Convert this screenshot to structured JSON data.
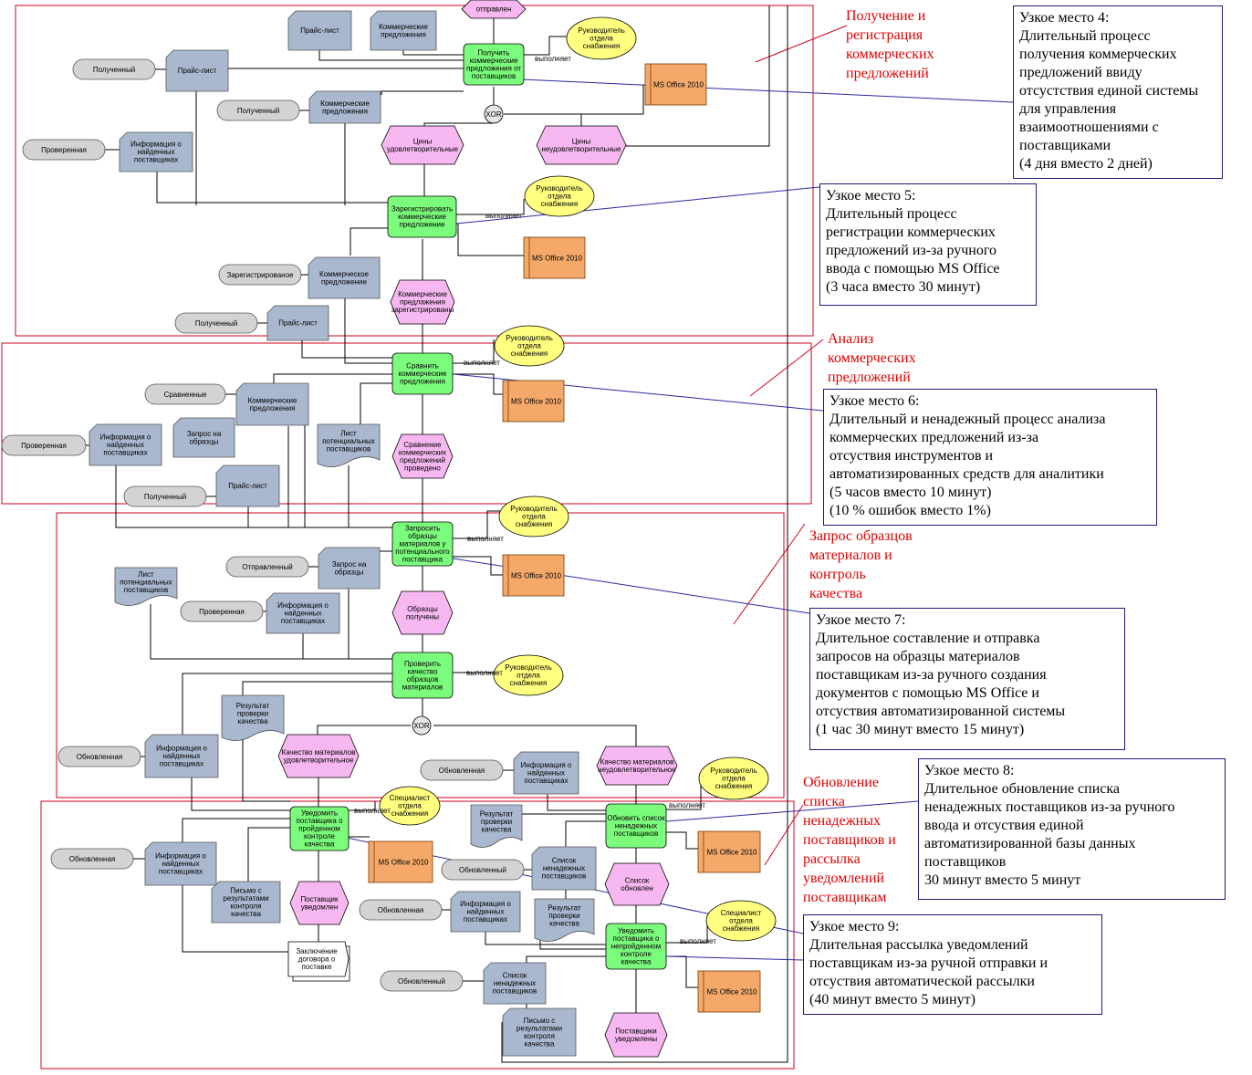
{
  "lanes": [
    {
      "title_lines": [
        "Получение и",
        "регистрация",
        "коммерческих",
        "предложений"
      ]
    },
    {
      "title_lines": [
        "Анализ",
        "коммерческих",
        "предложений"
      ]
    },
    {
      "title_lines": [
        "Запрос образцов",
        "материалов и",
        "контроль",
        "качества"
      ]
    },
    {
      "title_lines": [
        "Обновление",
        "списка",
        "ненадежных",
        "поставщиков и",
        "рассылка",
        "уведомлений",
        "поставщикам"
      ]
    }
  ],
  "notes": [
    {
      "title": "Узкое место 4:",
      "lines": [
        "Длительный процесс",
        "получения коммерческих",
        "предложений ввиду",
        "отсустствия единой системы",
        "для управления",
        "взаимоотношениями с",
        "поставщиками",
        "(4 дня вместо 2 дней)"
      ]
    },
    {
      "title": "Узкое место 5:",
      "lines": [
        "Длительный процесс",
        "регистрации коммерческих",
        "предложений из-за ручного",
        "ввода с помощью MS Office",
        "(3 часа вместо 30 минут)"
      ]
    },
    {
      "title": "Узкое место 6:",
      "lines": [
        "Длительный и ненадежный процесс анализа",
        "коммерческих предложений из-за",
        "отсуствия инструментов и",
        "автоматизированных средств для аналитики",
        "(5 часов вместо 10 минут)",
        "(10 % ошибок вместо 1%)"
      ]
    },
    {
      "title": "Узкое место 7:",
      "lines": [
        "Длительное составление и отправка",
        "запросов на образцы материалов",
        "поставщикам из-за ручного создания",
        "документов с помощью MS Office и",
        "отсуствия автоматизированной системы",
        "(1 час 30 минут вместо 15 минут)"
      ]
    },
    {
      "title": "Узкое место 8:",
      "lines": [
        "Длительное обновление списка",
        "ненадежных поставщиков из-за ручного",
        "ввода и отсуствия единой",
        "автоматизированной базы данных",
        "поставщиков",
        "30 минут вместо 5 минут"
      ]
    },
    {
      "title": "Узкое место 9:",
      "lines": [
        "Длительная рассылка уведомлений",
        "поставщикам из-за ручной отправки и",
        "отсуствия автоматической рассылки",
        "(40 минут вместо 5 минут)"
      ]
    }
  ],
  "functions": [
    {
      "lines": [
        "Получить",
        "коммерческие",
        "предложения от",
        "поставщиков"
      ]
    },
    {
      "lines": [
        "Зарегистрировать",
        "коммерческие",
        "предложение"
      ]
    },
    {
      "lines": [
        "Сравнить",
        "коммерческие",
        "предложения"
      ]
    },
    {
      "lines": [
        "Запросить",
        "образцы",
        "материалов у",
        "потенциального",
        "поставщика"
      ]
    },
    {
      "lines": [
        "Проверить",
        "качество",
        "образцов",
        "материалов"
      ]
    },
    {
      "lines": [
        "Уведомить",
        "поставщика о",
        "пройденном",
        "контроле",
        "качества"
      ]
    },
    {
      "lines": [
        "Обновить список",
        "ненадежных",
        "поставщиков"
      ]
    },
    {
      "lines": [
        "Уведомить",
        "поставщика о",
        "непройденном",
        "контроле",
        "качества"
      ]
    }
  ],
  "events": [
    {
      "lines": [
        "отправлен"
      ]
    },
    {
      "lines": [
        "Цены",
        "удовлетворительные"
      ]
    },
    {
      "lines": [
        "Цены",
        "неудовлетворительные"
      ]
    },
    {
      "lines": [
        "Коммерческие",
        "предлажения",
        "зарегистрированы"
      ]
    },
    {
      "lines": [
        "Сравнение",
        "коммерческих",
        "предложений",
        "проведено"
      ]
    },
    {
      "lines": [
        "Образцы",
        "получены"
      ]
    },
    {
      "lines": [
        "Качество материалов",
        "удовлетворительное"
      ]
    },
    {
      "lines": [
        "Качество материалов",
        "неудовлетворительное"
      ]
    },
    {
      "lines": [
        "Поставщик",
        "уведомлен"
      ]
    },
    {
      "lines": [
        "Список",
        "обновлен"
      ]
    },
    {
      "lines": [
        "Поставщики",
        "уведомлены"
      ]
    }
  ],
  "roles": [
    {
      "lines": [
        "Руководитель",
        "отдела",
        "снабжения"
      ]
    },
    {
      "lines": [
        "Руководитель",
        "отдела",
        "снабжения"
      ]
    },
    {
      "lines": [
        "Руководитель",
        "отдела",
        "снабжения"
      ]
    },
    {
      "lines": [
        "Руководитель",
        "отдела",
        "снабжения"
      ]
    },
    {
      "lines": [
        "Руководитель",
        "отдела",
        "снабжения"
      ]
    },
    {
      "lines": [
        "Специалист",
        "отдела",
        "снабжения"
      ]
    },
    {
      "lines": [
        "Руководитель",
        "отдела",
        "снабжения"
      ]
    },
    {
      "lines": [
        "Специалист",
        "отдела",
        "снабжения"
      ]
    }
  ],
  "systems": [
    {
      "label": "MS Office 2010"
    },
    {
      "label": "MS Office 2010"
    },
    {
      "label": "MS Office 2010"
    },
    {
      "label": "MS Office 2010"
    },
    {
      "label": "MS Office 2010"
    },
    {
      "label": "MS Office 2010"
    },
    {
      "label": "MS Office 2010"
    }
  ],
  "documents": [
    {
      "lines": [
        "Прайс-лист"
      ]
    },
    {
      "lines": [
        "Коммерческие",
        "предложения"
      ]
    },
    {
      "lines": [
        "Прайс-лист"
      ]
    },
    {
      "lines": [
        "Коммерческие",
        "предложения"
      ]
    },
    {
      "lines": [
        "Информация о",
        "найденных",
        "поставщиках"
      ]
    },
    {
      "lines": [
        "Коммерческое",
        "предложение"
      ]
    },
    {
      "lines": [
        "Прайс-лист"
      ]
    },
    {
      "lines": [
        "Коммерческие",
        "предложения"
      ]
    },
    {
      "lines": [
        "Информация о",
        "найденных",
        "поставщиках"
      ]
    },
    {
      "lines": [
        "Запрос на",
        "образцы"
      ]
    },
    {
      "lines": [
        "Лист",
        "потенциальных",
        "поставщиков"
      ]
    },
    {
      "lines": [
        "Прайс-лист"
      ]
    },
    {
      "lines": [
        "Запрос на",
        "образцы"
      ]
    },
    {
      "lines": [
        "Лист",
        "потенциальных",
        "поставщиков"
      ]
    },
    {
      "lines": [
        "Информация о",
        "найденных",
        "поставщиках"
      ]
    },
    {
      "lines": [
        "Результат",
        "проверки",
        "качества"
      ]
    },
    {
      "lines": [
        "Информация о",
        "найденных",
        "поставщиках"
      ]
    },
    {
      "lines": [
        "Информация о",
        "найденных",
        "поставщиках"
      ]
    },
    {
      "lines": [
        "Результат",
        "проверки",
        "качества"
      ]
    },
    {
      "lines": [
        "Информация о",
        "найденных",
        "поставщиках"
      ]
    },
    {
      "lines": [
        "Письмо с",
        "результатами",
        "контроля",
        "качества"
      ]
    },
    {
      "lines": [
        "Список",
        "ненадежных",
        "поставщиков"
      ]
    },
    {
      "lines": [
        "Информация о",
        "найденных",
        "поставщиках"
      ]
    },
    {
      "lines": [
        "Результат",
        "проверки",
        "качества"
      ]
    },
    {
      "lines": [
        "Список",
        "ненадежных",
        "поставщиков"
      ]
    },
    {
      "lines": [
        "Письмо с",
        "результатами",
        "контроля",
        "качества"
      ]
    },
    {
      "lines": [
        "Заключение",
        "договора о",
        "поставке"
      ]
    }
  ],
  "statuses": [
    {
      "label": "Полученный"
    },
    {
      "label": "Полученный"
    },
    {
      "label": "Проверенная"
    },
    {
      "label": "Зарегистрированое"
    },
    {
      "label": "Полученный"
    },
    {
      "label": "Сравненные"
    },
    {
      "label": "Проверенная"
    },
    {
      "label": "Полученный"
    },
    {
      "label": "Отправленный"
    },
    {
      "label": "Проверенная"
    },
    {
      "label": "Обновленная"
    },
    {
      "label": "Обновленная"
    },
    {
      "label": "Обновленная"
    },
    {
      "label": "Обновленный"
    },
    {
      "label": "Обновленная"
    },
    {
      "label": "Обновленный"
    }
  ],
  "connectors": [
    {
      "label": "XOR"
    },
    {
      "label": "XOR"
    }
  ],
  "edge_labels": {
    "performs": "выполняет"
  },
  "colors": {
    "function": "#7cfc7c",
    "event": "#f7b8f2",
    "role": "#ffff80",
    "system": "#f4a96a",
    "document": "#a9b8cf",
    "status": "#d3d3d3",
    "lane_border": "#d0021b",
    "lane_title": "#e00000",
    "note_link": "#2a2aa0"
  }
}
